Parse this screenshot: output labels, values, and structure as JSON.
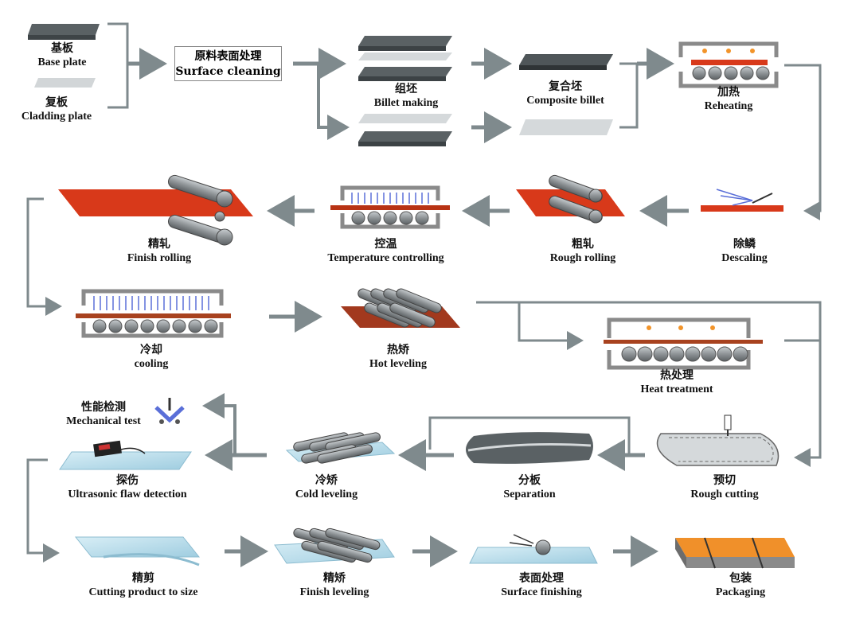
{
  "steps": {
    "base_plate": {
      "zh": "基板",
      "en": "Base plate"
    },
    "cladding_plate": {
      "zh": "复板",
      "en": "Cladding plate"
    },
    "surface_cleaning": {
      "zh": "原料表面处理",
      "en": "Surface cleaning"
    },
    "billet_making": {
      "zh": "组坯",
      "en": "Billet making"
    },
    "composite_billet": {
      "zh": "复合坯",
      "en": "Composite billet"
    },
    "reheating": {
      "zh": "加热",
      "en": "Reheating"
    },
    "descaling": {
      "zh": "除鳞",
      "en": "Descaling"
    },
    "rough_rolling": {
      "zh": "粗轧",
      "en": "Rough rolling"
    },
    "temperature_controlling": {
      "zh": "控温",
      "en": "Temperature controlling"
    },
    "finish_rolling": {
      "zh": "精轧",
      "en": "Finish rolling"
    },
    "cooling": {
      "zh": "冷却",
      "en": "cooling"
    },
    "hot_leveling": {
      "zh": "热矫",
      "en": "Hot leveling"
    },
    "heat_treatment": {
      "zh": "热处理",
      "en": "Heat treatment"
    },
    "rough_cutting": {
      "zh": "预切",
      "en": "Rough cutting"
    },
    "separation": {
      "zh": "分板",
      "en": "Separation"
    },
    "cold_leveling": {
      "zh": "冷矫",
      "en": "Cold leveling"
    },
    "ultrasonic": {
      "zh": "探伤",
      "en": "Ultrasonic flaw detection"
    },
    "mechanical_test": {
      "zh": "性能检测",
      "en": "Mechanical test"
    },
    "cutting_to_size": {
      "zh": "精剪",
      "en": "Cutting product to size"
    },
    "finish_leveling": {
      "zh": "精矫",
      "en": "Finish leveling"
    },
    "surface_finishing": {
      "zh": "表面处理",
      "en": "Surface finishing"
    },
    "packaging": {
      "zh": "包装",
      "en": "Packaging"
    }
  },
  "colors": {
    "arrow": "#7f8a8d",
    "steel_dark": "#4f5659",
    "steel_light": "#cfd4d6",
    "hot_plate": "#d8391a",
    "furnace": "#9a9a9a",
    "roller": "#8e9396",
    "cool_blue": "#5a6fd8",
    "glass": "#b9dbe8",
    "package_orange": "#f0902a"
  }
}
